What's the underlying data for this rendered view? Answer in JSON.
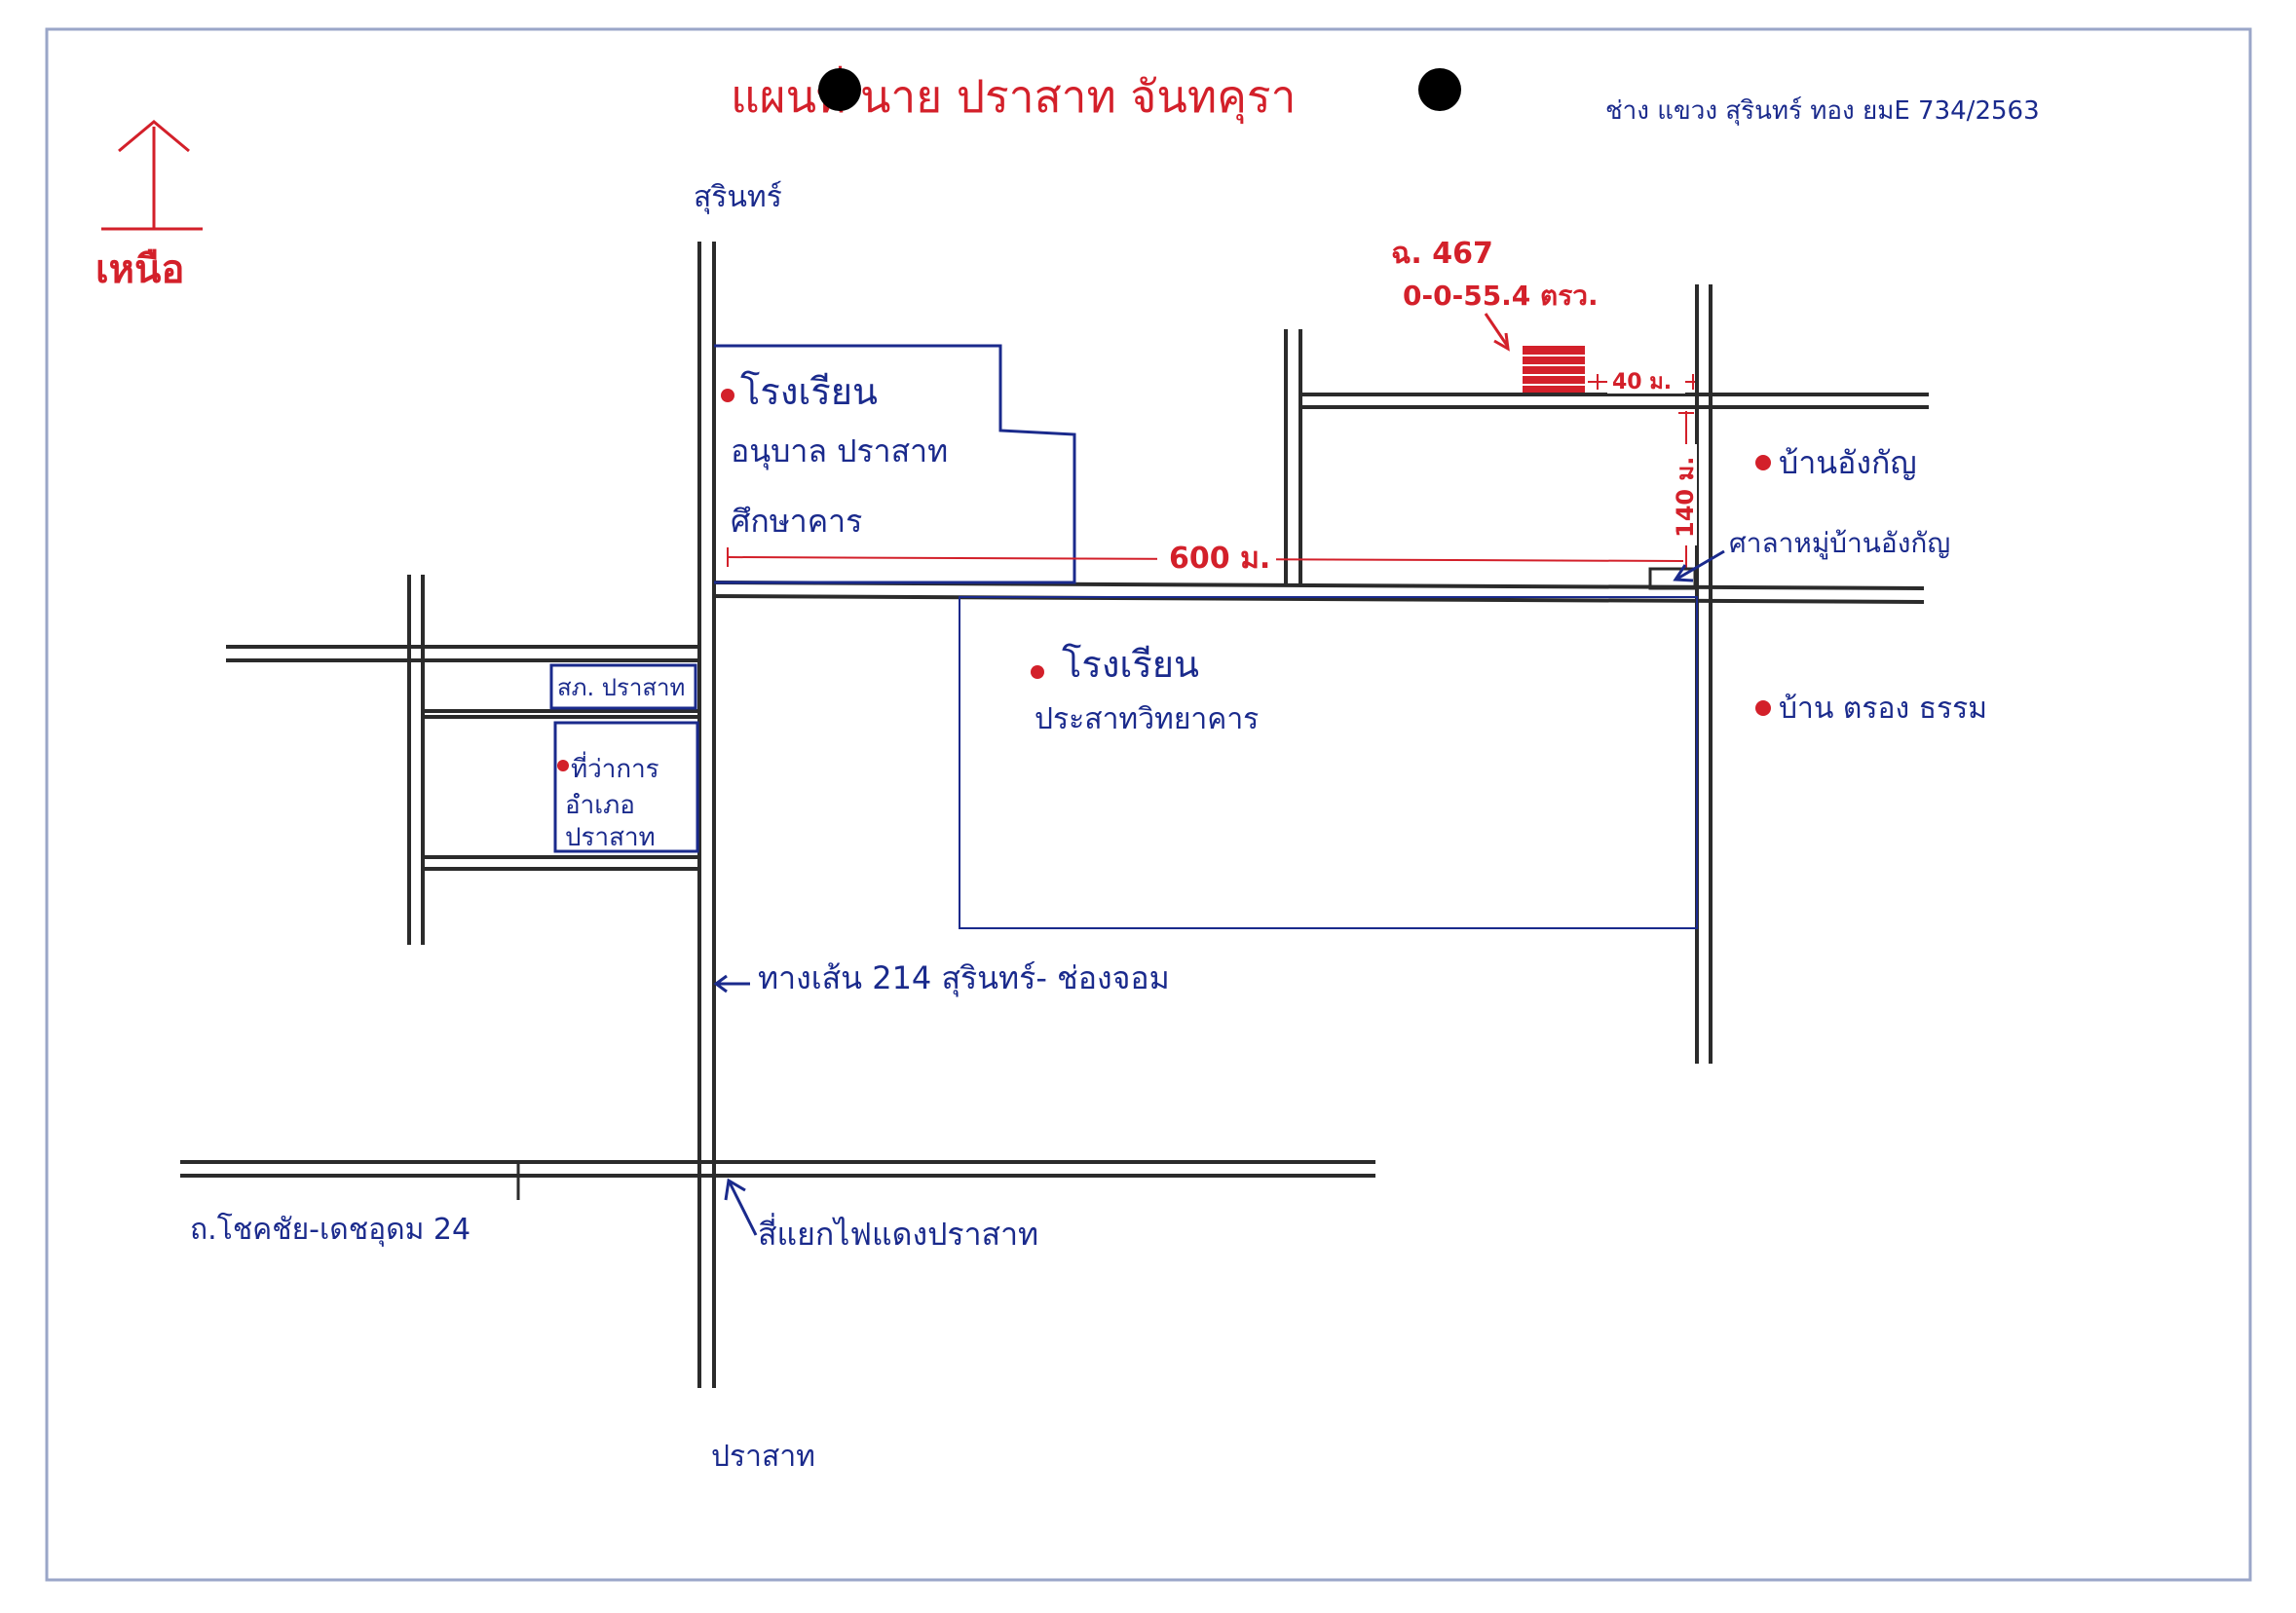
{
  "header": {
    "title": "แผนที่ นาย ปราสาท จันทคุรา",
    "note": "ช่าง แขวง สุรินทร์ ทอง ยมE 734/2563"
  },
  "compass": {
    "label": "เหนือ",
    "icon": "north-arrow-icon"
  },
  "parcel": {
    "line1": "ฉ. 467",
    "line2": "0-0-55.4 ตรว.",
    "right_distance": "40 ม.",
    "down_distance": "140 ม.",
    "road_distance": "600 ม.",
    "color": "#d3202a"
  },
  "roads": {
    "top_label": "สุรินทร์",
    "bottom_label": "ปราสาท",
    "highway_label": "ทางเส้น 214 สุรินทร์- ช่องจอม",
    "cross_road_label": "ถ.โชคชัย-เดชอุดม 24",
    "intersection_label": "สี่แยกไฟแดงปราสาท"
  },
  "places": {
    "school1": {
      "line1": "โรงเรียน",
      "line2": "อนุบาล ปราสาท",
      "line3": "ศึกษาคาร"
    },
    "school2": {
      "line1": "โรงเรียน",
      "line2": "ประสาทวิทยาคาร"
    },
    "police": "สภ. ปราสาท",
    "district_office": {
      "line1": "ที่ว่าการ",
      "line2": "อำเภอ",
      "line3": "ปราสาท"
    },
    "village_hall": "ศาลาหมู่บ้านอังกัญ",
    "village1": "บ้านอังกัญ",
    "village2": "บ้าน ตรอง ธรรม"
  },
  "colors": {
    "ink": "#1a2a8c",
    "accent": "#d3202a",
    "road": "#2b2b2b"
  }
}
